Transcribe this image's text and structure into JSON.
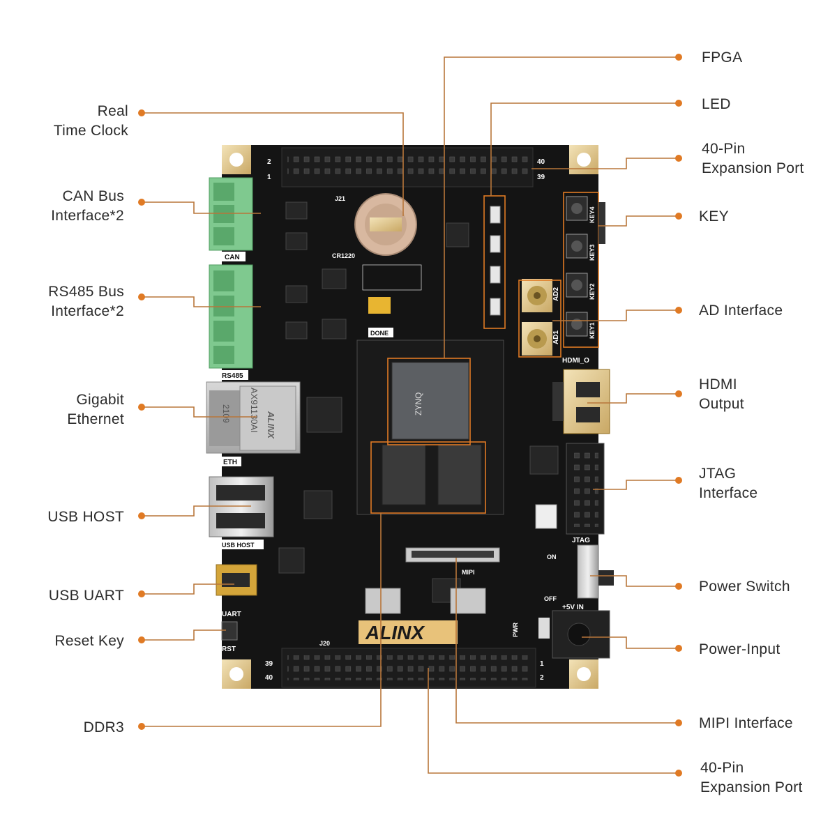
{
  "labels_left": {
    "rtc": [
      "Real",
      "Time Clock"
    ],
    "can": [
      "CAN Bus",
      "Interface*2"
    ],
    "rs485": [
      "RS485 Bus",
      "Interface*2"
    ],
    "ethernet": [
      "Gigabit",
      "Ethernet"
    ],
    "usb_host": [
      "USB HOST"
    ],
    "usb_uart": [
      "USB UART"
    ],
    "reset_key": [
      "Reset Key"
    ],
    "ddr3": [
      "DDR3"
    ]
  },
  "labels_right": {
    "fpga": [
      "FPGA"
    ],
    "led": [
      "LED"
    ],
    "expansion_top": [
      "40-Pin",
      "Expansion Port"
    ],
    "key": [
      "KEY"
    ],
    "ad": [
      "AD Interface"
    ],
    "hdmi": [
      "HDMI",
      "Output"
    ],
    "jtag": [
      "JTAG",
      "Interface"
    ],
    "power_switch": [
      "Power Switch"
    ],
    "power_input": [
      "Power-Input"
    ],
    "mipi": [
      "MIPI Interface"
    ],
    "expansion_bottom": [
      "40-Pin",
      "Expansion Port"
    ]
  },
  "silkscreen": {
    "can": "CAN",
    "rs485": "RS485",
    "eth": "ETH",
    "usb_host": "USB HOST",
    "uart": "UART",
    "rst": "RST",
    "mipi": "MIPI",
    "pwr": "PWR",
    "jtag": "JTAG",
    "hdmi": "HDMI_O",
    "five_v": "+5V IN",
    "on": "ON",
    "off": "OFF",
    "done": "DONE",
    "cr1220": "CR1220",
    "brand": "ALINX",
    "chip_brand": "ZYNQ",
    "eth_chip": "AX91130AI",
    "eth_year": "2109",
    "eth_brand": "ALINX",
    "ad1": "AD1",
    "ad2": "AD2",
    "key1": "KEY1",
    "key2": "KEY2",
    "key3": "KEY3",
    "key4": "KEY4",
    "j21": "J21",
    "j20": "J20",
    "pin2_top": "2",
    "pin40_top": "40",
    "pin1_top": "1",
    "pin39_top": "39",
    "pin39_bot": "39",
    "pin40_bot": "40",
    "pin1_bot": "1",
    "pin2_bot": "2"
  },
  "colors": {
    "accent": "#e07a24",
    "connector_line": "#b8763a",
    "board": "#141414",
    "terminal_green": "#7fc98f"
  }
}
